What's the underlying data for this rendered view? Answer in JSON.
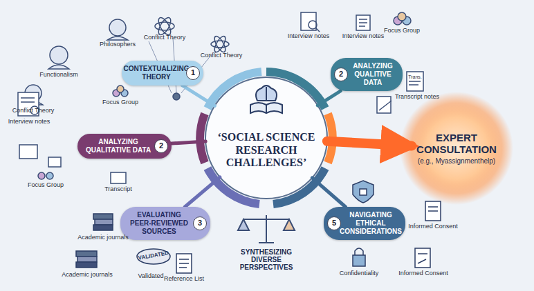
{
  "diagram": {
    "nodes": [
      {
        "text": [
          "‘SOCIAL SCIENCE RESEARCH CHALLENGES’"
        ]
      },
      {
        "text": [
          "CONTEXTUALIZING THEORY",
          "1"
        ]
      },
      {
        "text": [
          "ANALYZING QUALITIVE DATA",
          "2"
        ]
      },
      {
        "text": [
          "ANALYZING QUALITATIVE DATA",
          "2"
        ]
      },
      {
        "text": [
          "EVALUATING PEER-REVIEWED SOURCES",
          "3"
        ]
      },
      {
        "text": [
          "NAVIGATING ETHICAL CONSIDERATIONS",
          "5"
        ]
      },
      {
        "text": [
          "EXPERT CONSULTATION",
          "(e.g., Myassignmenthelp)"
        ]
      }
    ],
    "edges": [
      {
        "from": 0,
        "to": 1,
        "arrow": "none"
      },
      {
        "from": 0,
        "to": 2,
        "arrow": "none"
      },
      {
        "from": 0,
        "to": 3,
        "arrow": "none"
      },
      {
        "from": 0,
        "to": 4,
        "arrow": "none"
      },
      {
        "from": 0,
        "to": 5,
        "arrow": "none"
      },
      {
        "from": 0,
        "to": 6,
        "arrow": "to"
      }
    ],
    "labels": [
      "Philosophers",
      "Conflict Theory",
      "Conflict Theory",
      "Functionalism",
      "Conflict Theory",
      "Interview notes",
      "Interview notes",
      "Focus Group",
      "Trans.",
      "Transcript notes",
      "Interview notes",
      "Focus Group",
      "Focus Group",
      "Transcript",
      "Academic journals",
      "Academic journals",
      "VALIDATED",
      "Validated",
      "Reference List",
      "SYNTHESIZING DIVERSE PERSPECTIVES",
      "Informed Consent",
      "Confidentiality",
      "Informed Consent"
    ]
  }
}
